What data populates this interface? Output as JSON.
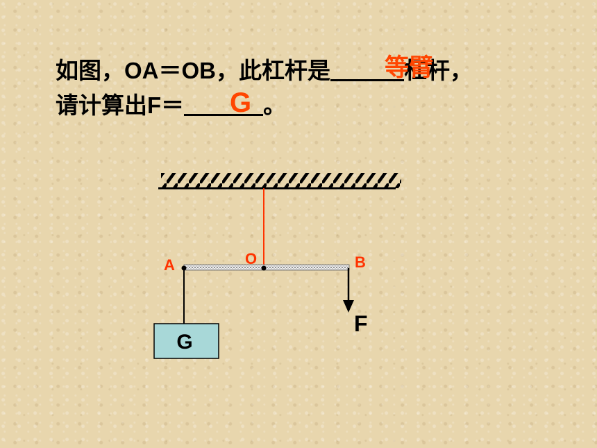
{
  "question": {
    "line1_prefix": "如图，OA＝OB，此杠杆是",
    "line1_suffix": "杠杆，",
    "line2_prefix": "请计算出F＝",
    "line2_suffix": "。",
    "answer1": "等臂",
    "answer2": "G"
  },
  "diagram": {
    "label_a": "A",
    "label_o": "O",
    "label_b": "B",
    "label_f": "F",
    "weight_label": "G"
  },
  "colors": {
    "answer": "#ff4500",
    "point_label": "#ff3300",
    "rope": "#ff3300",
    "weight_box": "#a8d8d8"
  }
}
